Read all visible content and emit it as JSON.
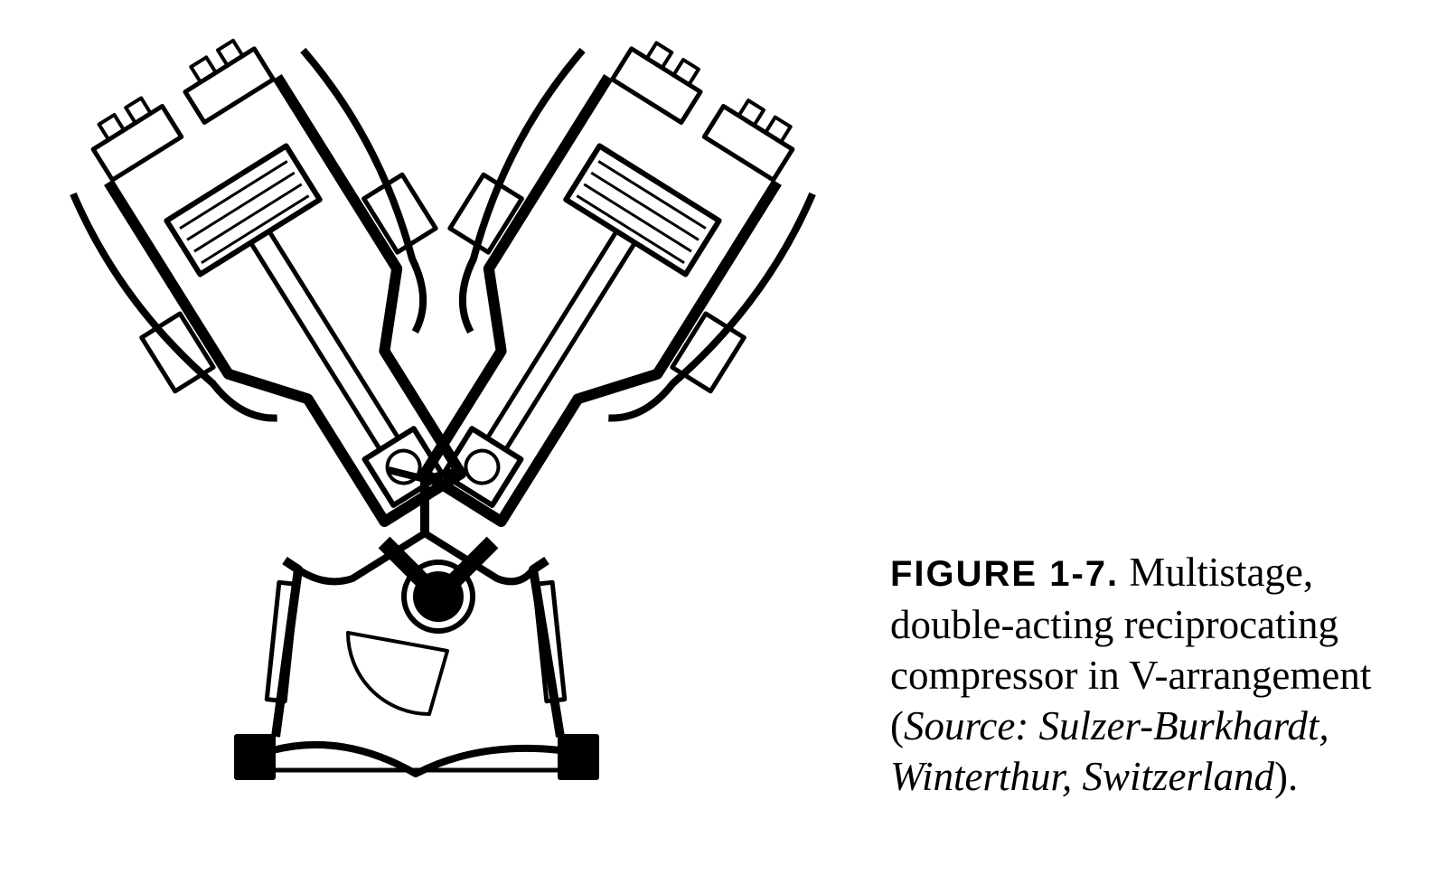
{
  "figure": {
    "label": "FIGURE 1-7.",
    "caption_lines": [
      "Multistage,",
      "double-acting reciprocating",
      "compressor in V-arrangement"
    ],
    "source_open": "(",
    "source_text_1": "Source: Sulzer-Burkhardt,",
    "source_text_2": "Winterthur, Switzerland",
    "source_close": ")."
  }
}
